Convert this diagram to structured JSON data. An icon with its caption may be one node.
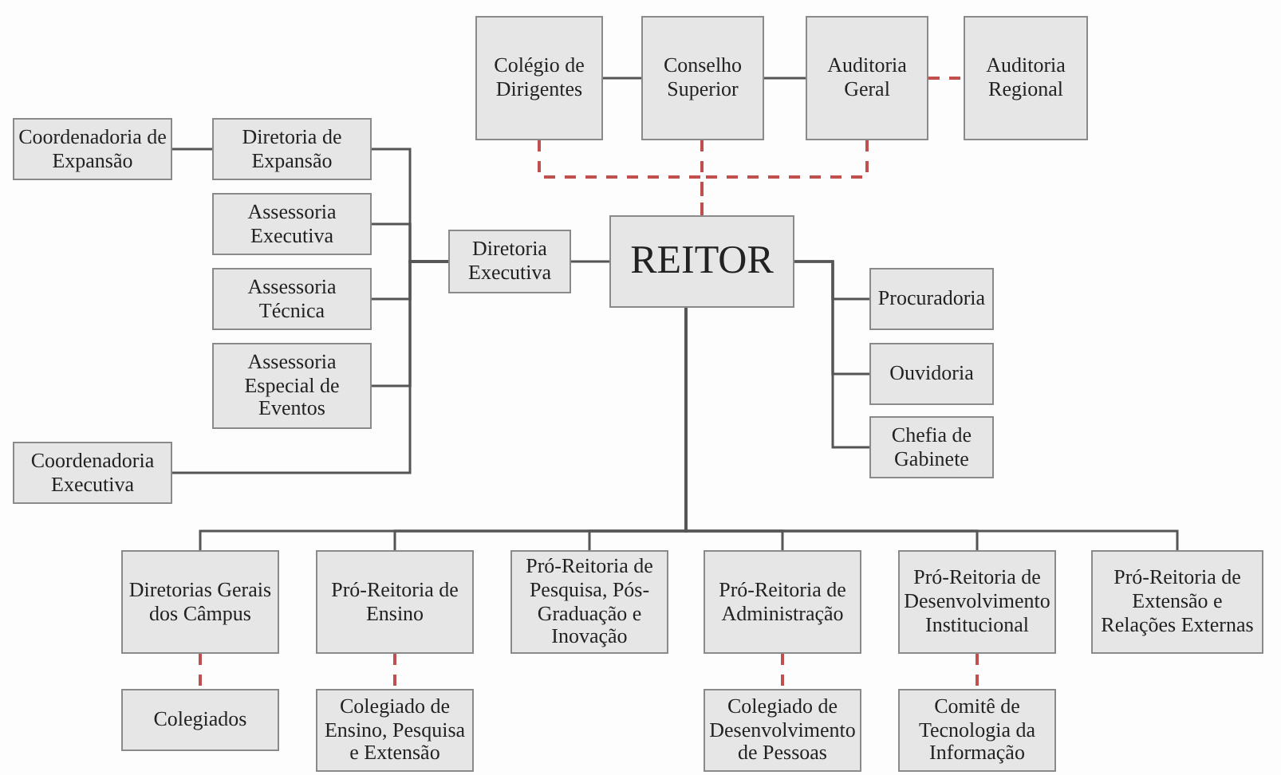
{
  "diagram": {
    "nodes": [
      {
        "text": [
          "Colégio de Dirigentes"
        ]
      },
      {
        "text": [
          "Conselho Superior"
        ]
      },
      {
        "text": [
          "Auditoria Geral"
        ]
      },
      {
        "text": [
          "Auditoria Regional"
        ]
      },
      {
        "text": [
          "Coordenadoria de Expansão"
        ]
      },
      {
        "text": [
          "Diretoria de Expansão"
        ]
      },
      {
        "text": [
          "Assessoria Executiva"
        ]
      },
      {
        "text": [
          "Assessoria Técnica"
        ]
      },
      {
        "text": [
          "Assessoria Especial de Eventos"
        ]
      },
      {
        "text": [
          "Diretoria Executiva"
        ]
      },
      {
        "text": [
          "REITOR"
        ]
      },
      {
        "text": [
          "Procuradoria"
        ]
      },
      {
        "text": [
          "Ouvidoria"
        ]
      },
      {
        "text": [
          "Chefia de Gabinete"
        ]
      },
      {
        "text": [
          "Coordenadoria Executiva"
        ]
      },
      {
        "text": [
          "Diretorias Gerais dos Câmpus"
        ]
      },
      {
        "text": [
          "Pró-Reitoria de Ensino"
        ]
      },
      {
        "text": [
          "Pró-Reitoria de Pesquisa, Pós-Graduação e Inovação"
        ]
      },
      {
        "text": [
          "Pró-Reitoria de Administração"
        ]
      },
      {
        "text": [
          "Pró-Reitoria de Desenvolvimento Institucional"
        ]
      },
      {
        "text": [
          "Pró-Reitoria de Extensão e Relações Externas"
        ]
      },
      {
        "text": [
          "Colegiados"
        ]
      },
      {
        "text": [
          "Colegiado de Ensino, Pesquisa e Extensão"
        ]
      },
      {
        "text": [
          "Colegiado de Desenvolvimento de Pessoas"
        ]
      },
      {
        "text": [
          "Comitê de Tecnologia da Informação"
        ]
      }
    ],
    "edges": [
      {
        "from": 0,
        "to": 1,
        "arrow": "none"
      },
      {
        "from": 1,
        "to": 2,
        "arrow": "none"
      },
      {
        "from": 2,
        "to": 3,
        "arrow": "none",
        "style": "dashed",
        "color": "#c0504d"
      },
      {
        "from": 0,
        "to": 10,
        "arrow": "none",
        "style": "dashed",
        "color": "#c0504d"
      },
      {
        "from": 1,
        "to": 10,
        "arrow": "none",
        "style": "dashed",
        "color": "#c0504d"
      },
      {
        "from": 2,
        "to": 10,
        "arrow": "none",
        "style": "dashed",
        "color": "#c0504d"
      },
      {
        "from": 4,
        "to": 5,
        "arrow": "none"
      },
      {
        "from": 9,
        "to": 5,
        "arrow": "none"
      },
      {
        "from": 9,
        "to": 6,
        "arrow": "none"
      },
      {
        "from": 9,
        "to": 7,
        "arrow": "none"
      },
      {
        "from": 9,
        "to": 8,
        "arrow": "none"
      },
      {
        "from": 9,
        "to": 14,
        "arrow": "none"
      },
      {
        "from": 9,
        "to": 10,
        "arrow": "none"
      },
      {
        "from": 10,
        "to": 11,
        "arrow": "none"
      },
      {
        "from": 10,
        "to": 12,
        "arrow": "none"
      },
      {
        "from": 10,
        "to": 13,
        "arrow": "none"
      },
      {
        "from": 10,
        "to": 15,
        "arrow": "none"
      },
      {
        "from": 10,
        "to": 16,
        "arrow": "none"
      },
      {
        "from": 10,
        "to": 17,
        "arrow": "none"
      },
      {
        "from": 10,
        "to": 18,
        "arrow": "none"
      },
      {
        "from": 10,
        "to": 19,
        "arrow": "none"
      },
      {
        "from": 10,
        "to": 20,
        "arrow": "none"
      },
      {
        "from": 15,
        "to": 21,
        "arrow": "none",
        "style": "dashed",
        "color": "#c0504d"
      },
      {
        "from": 16,
        "to": 22,
        "arrow": "none",
        "style": "dashed",
        "color": "#c0504d"
      },
      {
        "from": 18,
        "to": 23,
        "arrow": "none",
        "style": "dashed",
        "color": "#c0504d"
      },
      {
        "from": 19,
        "to": 24,
        "arrow": "none",
        "style": "dashed",
        "color": "#c0504d"
      }
    ]
  }
}
